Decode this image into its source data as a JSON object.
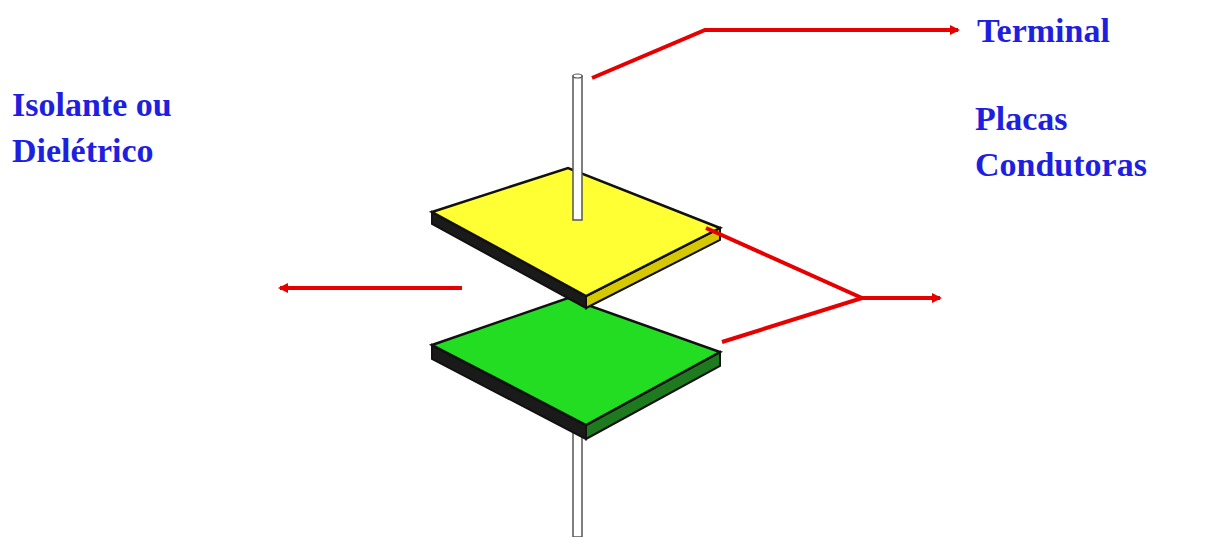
{
  "diagram": {
    "labels": [
      "Terminal",
      "Isolante ou Dielétrico",
      "Placas Condutoras"
    ]
  }
}
